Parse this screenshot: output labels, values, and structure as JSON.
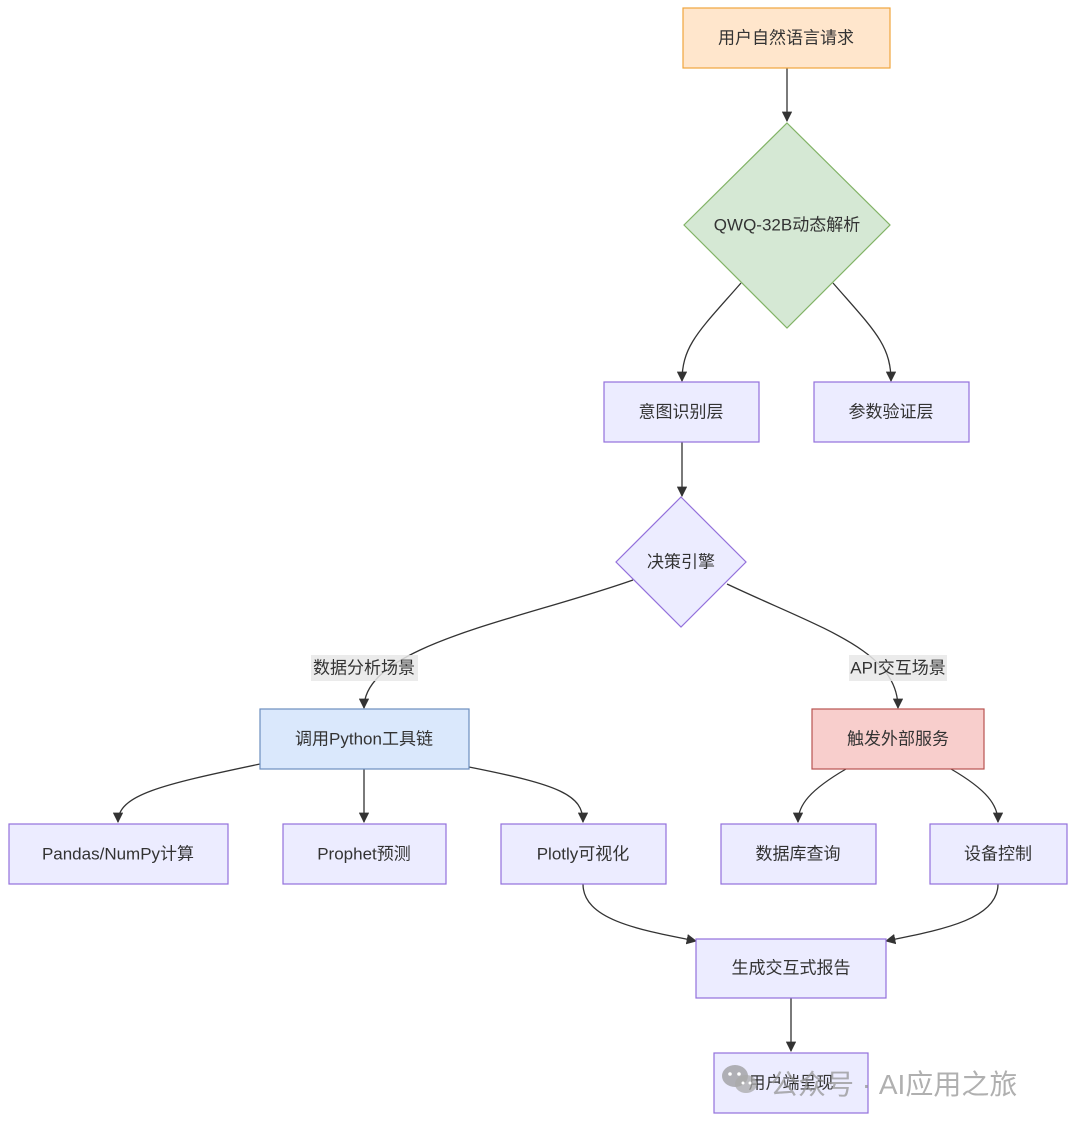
{
  "diagram": {
    "colors": {
      "orange_fill": "#ffe6cc",
      "orange_stroke": "#f0a53c",
      "green_fill": "#d5e8d4",
      "green_stroke": "#82b366",
      "purple_fill": "#ececff",
      "purple_stroke": "#9370db",
      "blue_fill": "#dae8fc",
      "blue_stroke": "#6c8ebf",
      "red_fill": "#f8cecc",
      "red_stroke": "#b85450"
    },
    "nodes": {
      "request": "用户自然语言请求",
      "parse": "QWQ-32B动态解析",
      "intent": "意图识别层",
      "param": "参数验证层",
      "decision": "决策引擎",
      "python": "调用Python工具链",
      "external": "触发外部服务",
      "pandas": "Pandas/NumPy计算",
      "prophet": "Prophet预测",
      "plotly": "Plotly可视化",
      "db": "数据库查询",
      "device": "设备控制",
      "report": "生成交互式报告",
      "present": "用户端呈现"
    },
    "edge_labels": {
      "data_scene": "数据分析场景",
      "api_scene": "API交互场景"
    }
  },
  "watermark": {
    "text": "公众号 · AI应用之旅",
    "icon": "wechat-icon"
  }
}
